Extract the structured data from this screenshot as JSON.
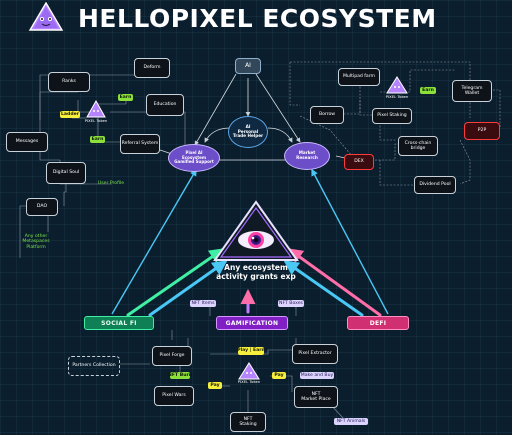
{
  "title": "HELLOPIXEL ECOSYSTEM",
  "hub": {
    "line1": "Any ecosystem",
    "line2": "activity grants exp"
  },
  "center": {
    "ai": "AI",
    "trade_helper": "AI\nPersonal\nTrade Helper",
    "ecosystem_support": "Pixel AI\nEcosystem\nGamified Support",
    "market_research": "Market\nResearch"
  },
  "categories": {
    "social": "SOCIAL FI",
    "gamification": "GAMIFICATION",
    "defi": "DEFI"
  },
  "social": {
    "deform": "Deform",
    "ranks": "Ranks",
    "earn": "Earn",
    "education": "Education",
    "ladder": "Ladder",
    "token_label": "PIXEL Token",
    "earn2": "Earn",
    "messages": "Messages",
    "referral": "Referral System",
    "digital_soul": "Digital Soul",
    "user_profile": "User Profile",
    "dao": "DAO",
    "metaspaces": "Any other\nMetaspaces\nPlatform"
  },
  "defi": {
    "multipad": "Multipad farm",
    "token_label": "PIXEL Token",
    "earn": "Earn",
    "telegram": "Telegram\nWallet",
    "borrow": "Borrow",
    "staking": "Pixel Staking",
    "p2p": "P2P",
    "dex": "DEX",
    "bridge": "Cross-chain\nbridge",
    "dividend": "Dividend Pool"
  },
  "gami": {
    "nft_items": "NFT Items",
    "nft_boxes": "NFT Boxes",
    "forge": "Pixel Forge",
    "play_earn": "Play | Earn",
    "extractor": "Pixel Extractor",
    "partners": "Partners Collection",
    "nft_burn": "NFT Burn",
    "token_label": "PIXEL Token",
    "pay": "Pay",
    "pay2": "Pay",
    "make_and_buy": "Make and Buy",
    "wars": "Pixel Wars",
    "market": "NFT\nMarket Place",
    "nft_staking": "NFT\nStaking",
    "nft_animals": "NFT Animals"
  },
  "colors": {
    "social": "#12c486",
    "gamification": "#a33cf0",
    "defi": "#f0458b",
    "lime": "#8be13a",
    "yellow": "#f6ef3c",
    "purple": "#7a5cff"
  }
}
